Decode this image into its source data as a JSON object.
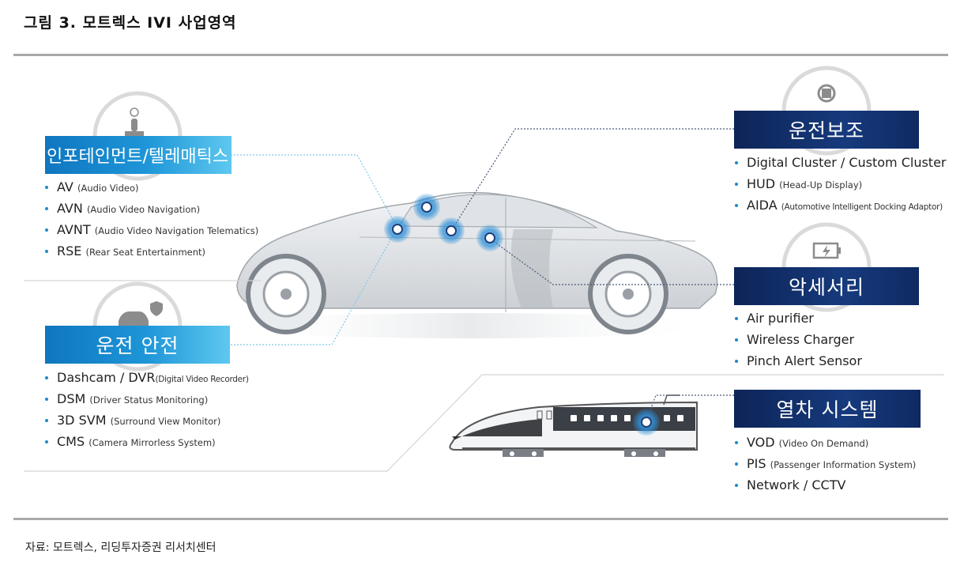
{
  "figure": {
    "title": "그림 3. 모트렉스 IVI 사업영역",
    "source": "자료: 모트렉스, 리딩투자증권 리서치센터"
  },
  "sections": {
    "telematics": {
      "title": "인포테인먼트/텔레매틱스",
      "items": [
        {
          "label": "AV",
          "sub": "(Audio Video)"
        },
        {
          "label": "AVN",
          "sub": "(Audio Video Navigation)"
        },
        {
          "label": "AVNT",
          "sub": "(Audio Video Navigation Telematics)"
        },
        {
          "label": "RSE",
          "sub": "(Rear Seat Entertainment)"
        }
      ]
    },
    "safety": {
      "title": "운전 안전",
      "items": [
        {
          "label": "Dashcam / DVR",
          "sub": "(Digital Video Recorder)"
        },
        {
          "label": "DSM",
          "sub": "(Driver Status Monitoring)"
        },
        {
          "label": "3D SVM",
          "sub": "(Surround View Monitor)"
        },
        {
          "label": "CMS",
          "sub": "(Camera Mirrorless System)"
        }
      ]
    },
    "adas": {
      "title": "운전보조",
      "items": [
        {
          "label": "Digital Cluster / Custom Cluster",
          "sub": ""
        },
        {
          "label": "HUD",
          "sub": "(Head-Up Display)"
        },
        {
          "label": "AIDA",
          "sub": "(Automotive Intelligent Docking Adaptor)"
        }
      ]
    },
    "accessories": {
      "title": "악세서리",
      "items": [
        {
          "label": "Air purifier",
          "sub": ""
        },
        {
          "label": "Wireless Charger",
          "sub": ""
        },
        {
          "label": "Pinch Alert Sensor",
          "sub": ""
        }
      ]
    },
    "railway": {
      "title": "열차 시스템",
      "items": [
        {
          "label": "VOD",
          "sub": "(Video On Demand)"
        },
        {
          "label": "PIS",
          "sub": "(Passenger Information System)"
        },
        {
          "label": "Network / CCTV",
          "sub": ""
        }
      ]
    }
  },
  "colors": {
    "left_banner_start": "#0f76bf",
    "left_banner_end": "#5ec8ef",
    "right_banner": "#163a7d",
    "hotspot": "#2f8fd8",
    "bullet": "#1e88d0"
  },
  "icons": [
    "touch-icon",
    "car-shield-icon",
    "steering-chip-icon",
    "battery-charge-icon"
  ]
}
